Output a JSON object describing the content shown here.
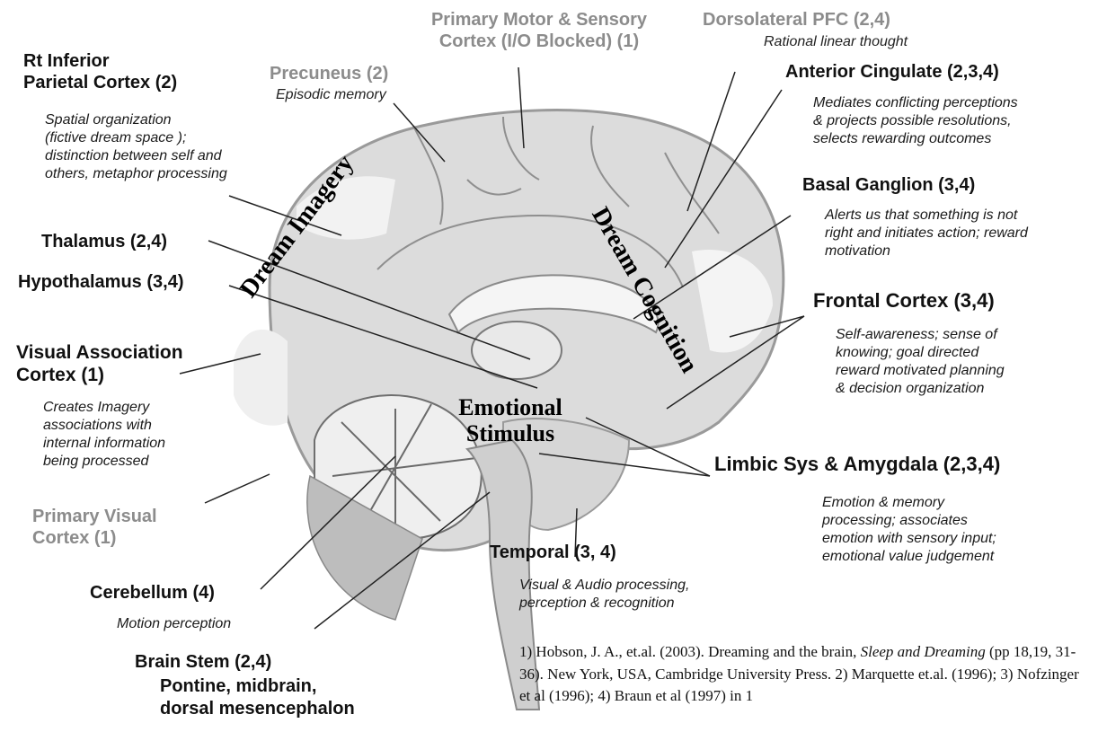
{
  "labels": {
    "primary_motor": {
      "title": "Primary Motor & Sensory\nCortex (I/O Blocked) (1)"
    },
    "dorsolateral_pfc": {
      "title": "Dorsolateral PFC (2,4)",
      "desc": "Rational linear thought"
    },
    "rt_inferior_parietal": {
      "title": "Rt Inferior\nParietal Cortex   (2)",
      "desc": "Spatial organization\n(fictive dream space );\ndistinction between self and\nothers, metaphor processing"
    },
    "precuneus": {
      "title": "Precuneus (2)",
      "desc": "Episodic memory"
    },
    "anterior_cingulate": {
      "title": "Anterior Cingulate (2,3,4)",
      "desc": "Mediates conflicting perceptions\n& projects possible resolutions,\nselects rewarding outcomes"
    },
    "basal_ganglion": {
      "title": "Basal Ganglion (3,4)",
      "desc": "Alerts us that something is not\nright and initiates action; reward\nmotivation"
    },
    "thalamus": {
      "title": "Thalamus (2,4)"
    },
    "hypothalamus": {
      "title": "Hypothalamus (3,4)"
    },
    "frontal_cortex": {
      "title": "Frontal Cortex (3,4)",
      "desc": "Self-awareness; sense of\nknowing; goal directed\nreward motivated planning\n& decision  organization"
    },
    "visual_association": {
      "title": "Visual Association\nCortex  (1)",
      "desc": "Creates Imagery\nassociations with\ninternal information\nbeing processed"
    },
    "limbic": {
      "title": "Limbic Sys & Amygdala (2,3,4)",
      "desc": "Emotion & memory\nprocessing; associates\nemotion with sensory input;\nemotional value judgement"
    },
    "primary_visual": {
      "title": "Primary Visual\nCortex (1)"
    },
    "temporal": {
      "title": "Temporal (3, 4)",
      "desc": "Visual & Audio processing,\nperception & recognition"
    },
    "cerebellum": {
      "title": "Cerebellum  (4)",
      "desc": "Motion perception"
    },
    "brain_stem": {
      "title": "Brain Stem (2,4)",
      "sub": "Pontine, midbrain,\ndorsal mesencephalon"
    }
  },
  "regions": {
    "dream_imagery": "Dream Imagery",
    "dream_cognition": "Dream Cognition",
    "emotional_stimulus": "Emotional\nStimulus"
  },
  "reference": {
    "part1": "1) Hobson, J. A.,   et.al. (2003). Dreaming and the brain, ",
    "italic": "Sleep and Dreaming",
    "part2": " (pp 18,19, 31-36). New York, USA, Cambridge University Press.   2) Marquette et.al. (1996);  3) Nofzinger et al (1996); 4) Braun et al (1997) in 1"
  }
}
